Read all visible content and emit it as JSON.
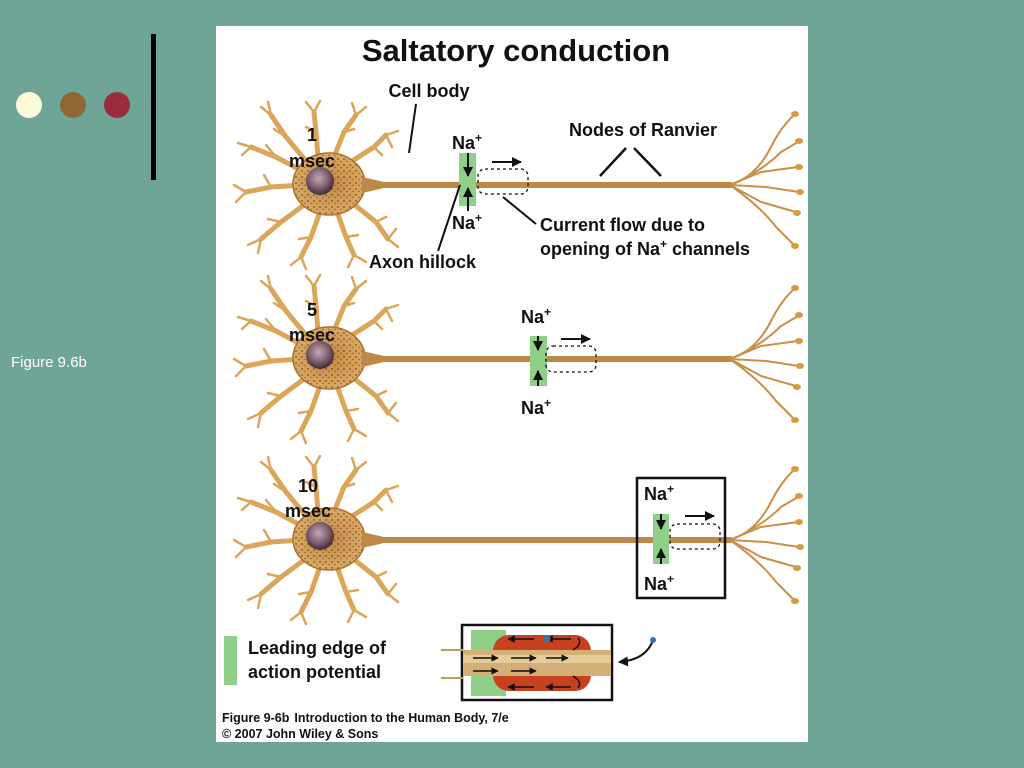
{
  "slide": {
    "caption": "Figure 9.6b",
    "bullet_colors": [
      "#fdfbd8",
      "#8e6735",
      "#9a2c3c"
    ]
  },
  "figure": {
    "title": "Saltatory conduction",
    "labels": {
      "cell_body": "Cell body",
      "nodes_of_ranvier": "Nodes of Ranvier",
      "current_flow_line1": "Current flow due to",
      "current_flow_line2_prefix": "opening of Na",
      "current_flow_line2_sup": "+",
      "current_flow_line2_suffix": " channels",
      "axon_hillock": "Axon hillock",
      "na": "Na",
      "plus": "+",
      "legend_line1": "Leading edge of",
      "legend_line2": "action potential"
    },
    "panels": [
      {
        "time": "1",
        "unit": "msec"
      },
      {
        "time": "5",
        "unit": "msec"
      },
      {
        "time": "10",
        "unit": "msec"
      }
    ],
    "credit": {
      "line1_bold": "Figure 9-6b",
      "line1_rest": "Introduction to the Human Body, 7/e",
      "line2": "© 2007 John Wiley & Sons"
    },
    "colors": {
      "neuron": "#dba55a",
      "neuron_dark": "#a9712f",
      "axon": "#bd8848",
      "node_green": "#8fcf87",
      "myelin_red": "#c8401e",
      "nucleus": "#7d5f70"
    }
  }
}
